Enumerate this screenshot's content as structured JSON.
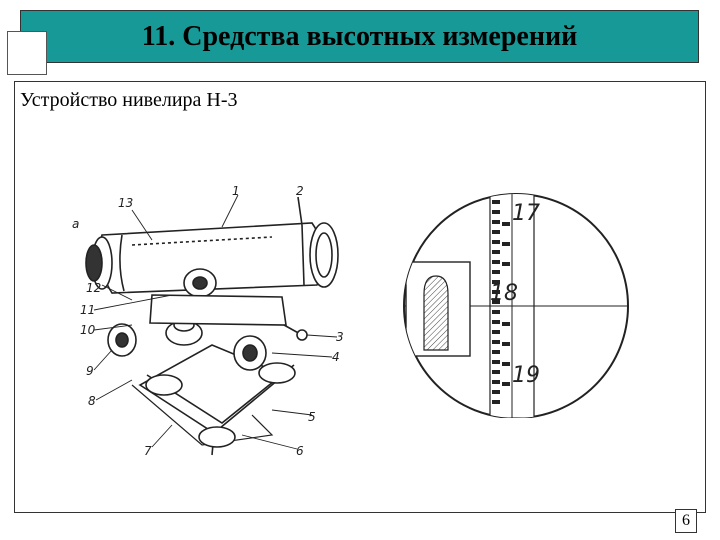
{
  "slide": {
    "title": "11. Средства высотных измерений",
    "subtitle": "Устройство нивелира Н-3",
    "page_number": "6"
  },
  "level_drawing": {
    "callouts": [
      "а",
      "13",
      "1",
      "2",
      "12",
      "11",
      "10",
      "9",
      "8",
      "7",
      "6",
      "5",
      "4",
      "3"
    ]
  },
  "eyepiece_view": {
    "staff_numbers": [
      "17",
      "18",
      "19"
    ]
  }
}
